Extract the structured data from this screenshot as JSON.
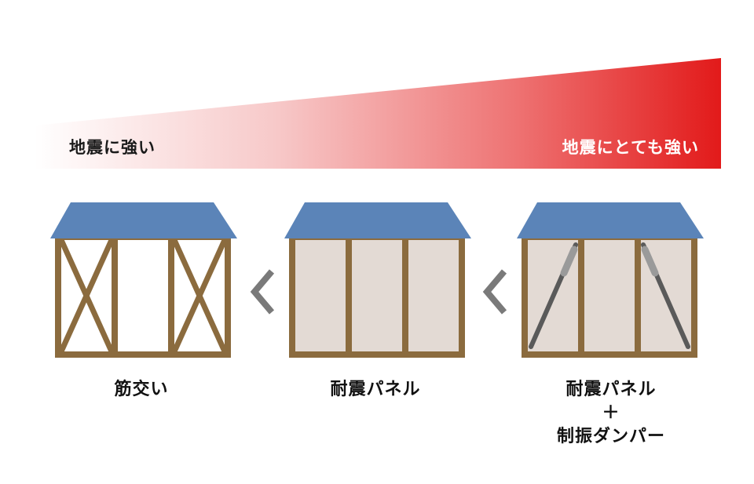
{
  "scale": {
    "low_label": "地震に強い",
    "high_label": "地震にとても強い",
    "colors": {
      "start": "#ffffff",
      "end": "#e21a1a"
    }
  },
  "houses": [
    {
      "caption_lines": [
        "筋交い"
      ],
      "wall": "braces"
    },
    {
      "caption_lines": [
        "耐震パネル"
      ],
      "wall": "panels"
    },
    {
      "caption_lines": [
        "耐震パネル",
        "＋",
        "制振ダンパー"
      ],
      "wall": "panels-dampers"
    }
  ],
  "comparison_symbol": "＜",
  "colors": {
    "roof": "#5b84b8",
    "frame": "#8b6b3e",
    "panel": "#e3dad4",
    "damper": "#5a5a5a",
    "chevron": "#7a7a7a"
  }
}
